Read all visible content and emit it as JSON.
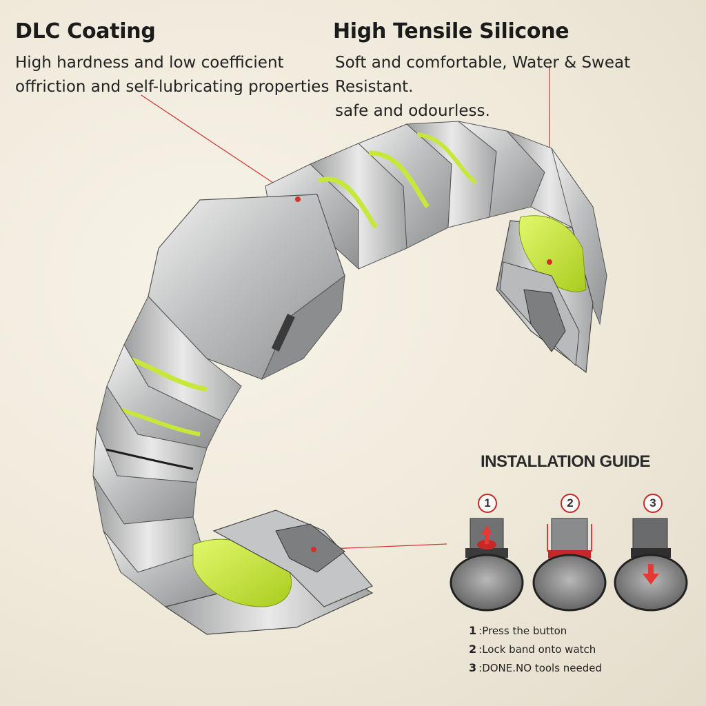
{
  "features": {
    "dlc": {
      "title": "DLC Coating",
      "line1": "High hardness and low coefficient",
      "line2": "offriction and self-lubricating properties"
    },
    "silicone": {
      "title": "High Tensile Silicone",
      "line1": "Soft and comfortable, Water & Sweat Resistant.",
      "line2": "safe and odourless."
    }
  },
  "guide": {
    "title": "INSTALLATION GUIDE",
    "step_numbers": [
      "1",
      "2",
      "3"
    ],
    "steps": [
      {
        "num": "1",
        "text": ":Press the button"
      },
      {
        "num": "2",
        "text": ":Lock band onto watch"
      },
      {
        "num": "3",
        "text": ":DONE.NO tools needed"
      }
    ]
  },
  "colors": {
    "steel": "#c9cacb",
    "silicone": "#c6e83a",
    "callout": "#d32f2f",
    "background": "#f3efe3"
  },
  "icons": [
    "watch-band-illustration",
    "up-arrow-icon",
    "down-arrow-icon"
  ]
}
